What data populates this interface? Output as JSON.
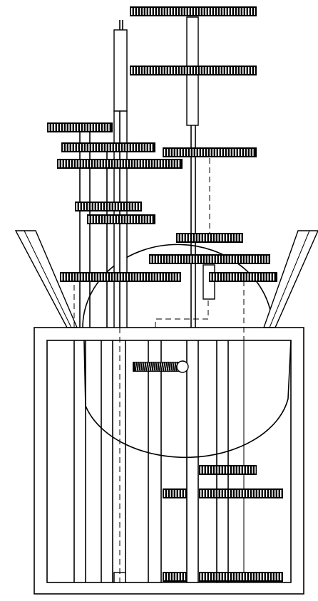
{
  "figure": {
    "kind": "mechanism-drawing",
    "stroke_color": "#000000",
    "background_color": "#ffffff",
    "annotations": []
  },
  "components": {
    "top_gears": [
      "gear-top-1",
      "gear-top-2"
    ],
    "left_tower_gears": [
      "gear-left-1",
      "gear-left-2",
      "gear-left-3",
      "gear-left-4",
      "gear-left-5",
      "gear-left-6"
    ],
    "right_gears": [
      "gear-right-1",
      "gear-right-2",
      "gear-right-3",
      "gear-right-4"
    ],
    "frame_gears": [
      "gear-frame-1",
      "gear-frame-2",
      "gear-frame-3",
      "gear-frame-4",
      "gear-frame-5"
    ],
    "worm": "worm-screw",
    "spheres": [
      "dome",
      "lower-sphere"
    ],
    "frame": "outer-frame"
  }
}
